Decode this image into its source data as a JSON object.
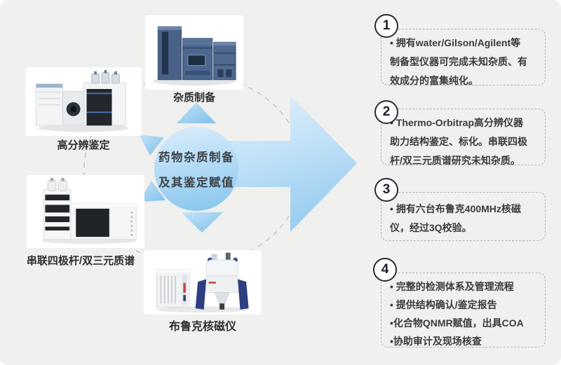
{
  "center_circle": {
    "line1": "药物杂质制备",
    "line2": "及其鉴定赋值"
  },
  "instruments": [
    {
      "label": "杂质制备"
    },
    {
      "label": "高分辨鉴定"
    },
    {
      "label": "串联四极杆/双三元质谱"
    },
    {
      "label": "布鲁克核磁仪"
    }
  ],
  "points": [
    {
      "number": "1",
      "lines": [
        "• 拥有water/Gilson/Agilent等",
        "制备型仪器可完成未知杂质、有",
        "效成分的富集纯化。"
      ]
    },
    {
      "number": "2",
      "lines": [
        "• Thermo-Orbitrap高分辨仪器",
        "助力结构鉴定、标化。串联四极",
        "杆/双三元质谱研究未知杂质。"
      ]
    },
    {
      "number": "3",
      "lines": [
        "• 拥有六台布鲁克400MHz核磁",
        "仪，经过3Q校验。"
      ]
    },
    {
      "number": "4",
      "lines": [
        "• 完整的检测体系及管理流程",
        "• 提供结构确认/鉴定报告",
        "•化合物QNMR赋值，出具COA",
        "•协助审计及现场核查"
      ]
    }
  ],
  "colors": {
    "background": "#f0f0ef",
    "arrow_light": "#e6f2fc",
    "arrow_deep": "#9bcef0",
    "circle_light": "#dcedfb",
    "circle_deep": "#86c4ed",
    "text_dark": "#3b3b3b",
    "number_circle_border": "#262d36",
    "dashed_border": "#b3b3b3"
  }
}
